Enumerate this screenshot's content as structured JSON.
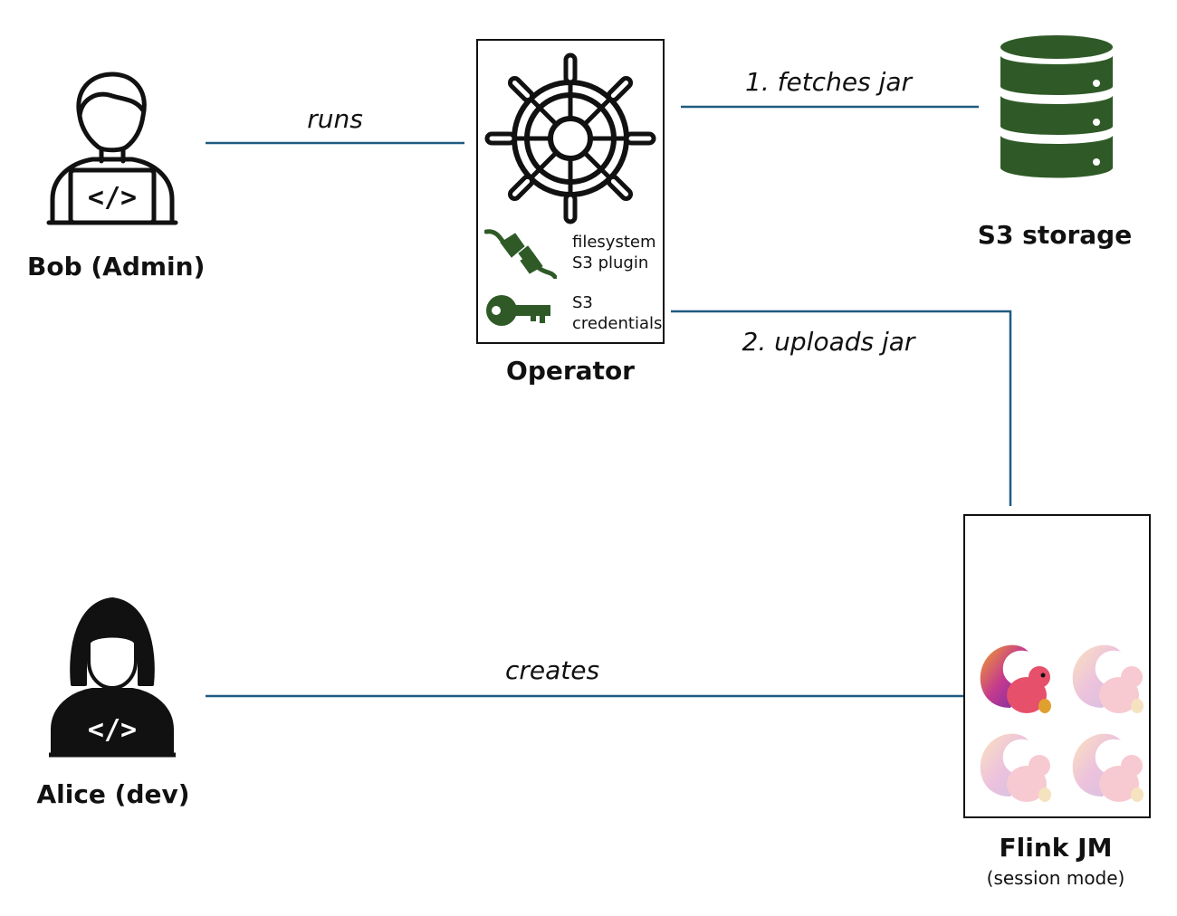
{
  "colors": {
    "connector": "#1f5a80",
    "icon_green": "#2f5a27",
    "outline": "#111111"
  },
  "actors": {
    "bob": {
      "label": "Bob (Admin)",
      "icon": "developer-male-laptop-icon"
    },
    "alice": {
      "label": "Alice (dev)",
      "icon": "developer-female-laptop-icon"
    }
  },
  "operator": {
    "label": "Operator",
    "icon": "ship-wheel-icon",
    "plugin_label": "filesystem\nS3 plugin",
    "plugin_icon": "plug-icon",
    "credentials_label": "S3\ncredentials",
    "credentials_icon": "key-icon"
  },
  "storage": {
    "label": "S3 storage",
    "icon": "database-icon"
  },
  "flink": {
    "label": "Flink JM",
    "sublabel": "(session mode)",
    "icon": "flink-squirrel-icon"
  },
  "edges": {
    "runs": "runs",
    "fetches": "1. fetches jar",
    "uploads": "2. uploads jar",
    "creates": "creates"
  }
}
